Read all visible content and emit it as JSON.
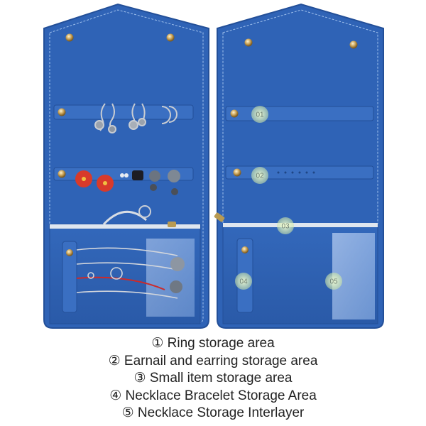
{
  "colors": {
    "leather": "#2f63b6",
    "leather_dark": "#234f98",
    "leather_light": "#3c74c8",
    "stitch": "#9fc0ec",
    "snap": "#c9a45a",
    "badge": "#dff1b8"
  },
  "badges": [
    "01",
    "02",
    "03",
    "04",
    "05"
  ],
  "captions": [
    "① Ring storage area",
    "② Earnail and earring storage area",
    "③ Small item storage area",
    "④ Necklace Bracelet Storage Area",
    "⑤ Necklace Storage Interlayer"
  ]
}
